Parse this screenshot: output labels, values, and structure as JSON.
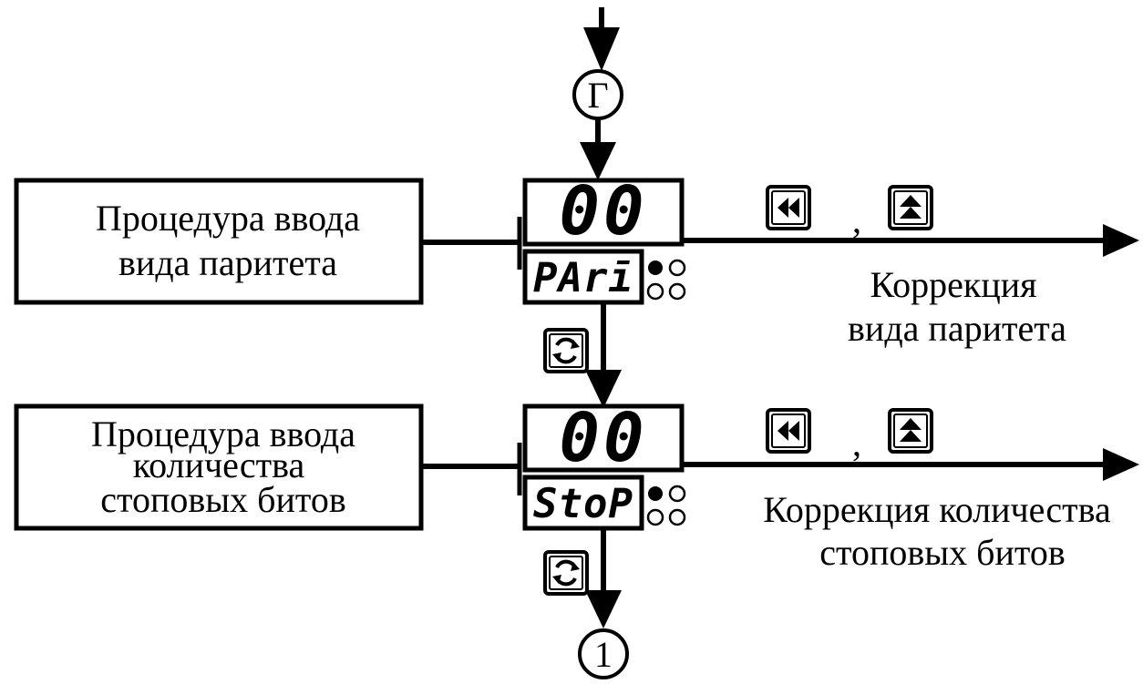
{
  "connectors": {
    "top": "Г",
    "bottom": "1"
  },
  "procedures": [
    {
      "lines": [
        "Процедура ввода",
        "вида паритета"
      ]
    },
    {
      "lines": [
        "Процедура ввода",
        "количества",
        "стоповых битов"
      ]
    }
  ],
  "displays": [
    {
      "value": "00",
      "code": "PArī"
    },
    {
      "value": "00",
      "code": "StoP"
    }
  ],
  "key_separator": ",",
  "corrections": [
    {
      "lines": [
        "Коррекция",
        "вида паритета"
      ]
    },
    {
      "lines": [
        "Коррекция  количества",
        "стоповых битов"
      ]
    }
  ],
  "icons": {
    "rewind": "rewind-button-icon",
    "up": "up-button-icon",
    "cycle": "cycle-button-icon",
    "led_on": "led-on-icon",
    "led_off": "led-off-icon"
  }
}
